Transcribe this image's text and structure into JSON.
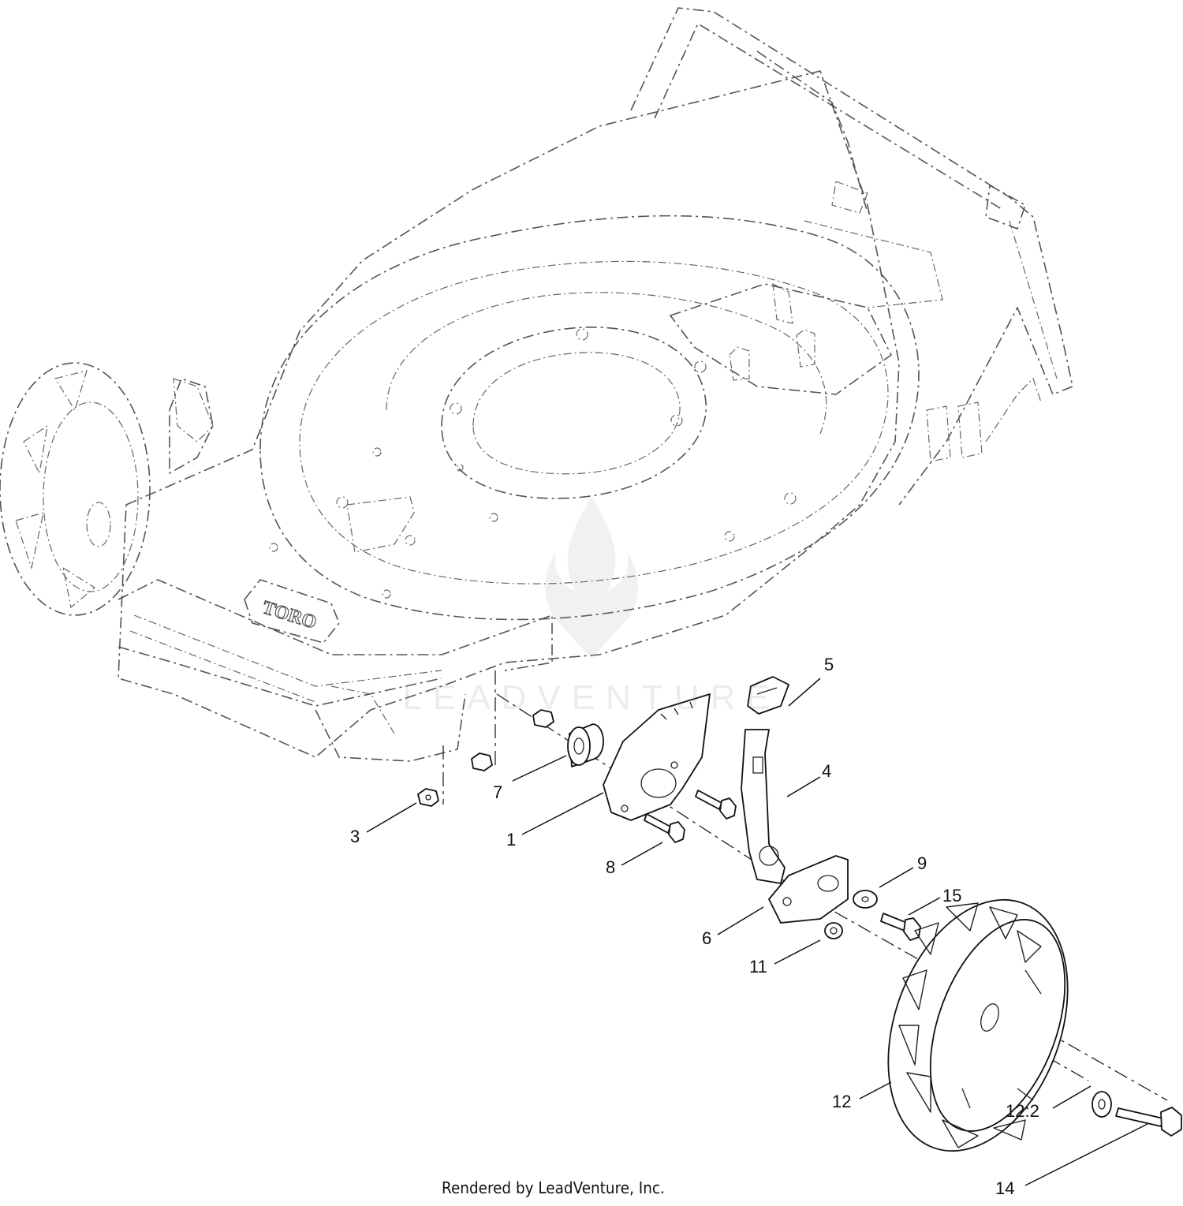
{
  "diagram": {
    "callouts": [
      {
        "id": "1",
        "label": "1"
      },
      {
        "id": "3",
        "label": "3"
      },
      {
        "id": "4",
        "label": "4"
      },
      {
        "id": "5",
        "label": "5"
      },
      {
        "id": "6",
        "label": "6"
      },
      {
        "id": "7",
        "label": "7"
      },
      {
        "id": "8",
        "label": "8"
      },
      {
        "id": "9",
        "label": "9"
      },
      {
        "id": "11",
        "label": "11"
      },
      {
        "id": "12",
        "label": "12"
      },
      {
        "id": "12-2",
        "label": "12:2"
      },
      {
        "id": "14",
        "label": "14"
      },
      {
        "id": "15",
        "label": "15"
      }
    ],
    "deck_logo_text": "TORO"
  },
  "watermark": {
    "text": "LEADVENTURE"
  },
  "footer": {
    "credit": "Rendered by LeadVenture, Inc."
  }
}
